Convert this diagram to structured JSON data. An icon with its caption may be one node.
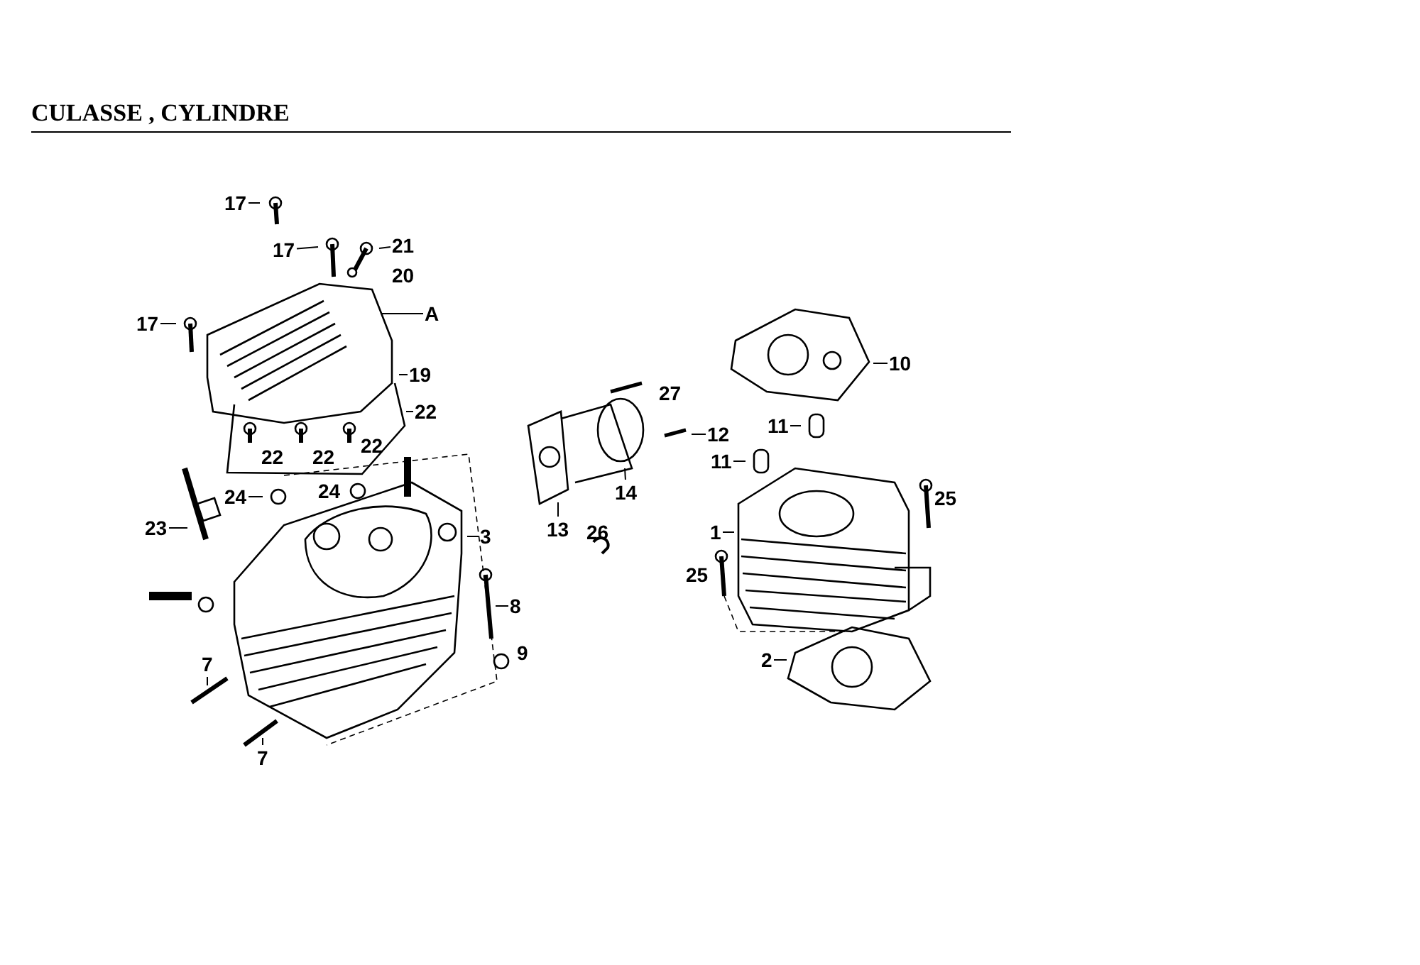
{
  "diagram": {
    "title": "CULASSE , CYLINDRE",
    "nodes": [
      {
        "text": [
          "17"
        ]
      },
      {
        "text": [
          "17"
        ]
      },
      {
        "text": [
          "21"
        ]
      },
      {
        "text": [
          "A"
        ]
      },
      {
        "text": [
          "17"
        ]
      },
      {
        "text": [
          "19"
        ]
      },
      {
        "text": [
          "22"
        ]
      },
      {
        "text": [
          "24"
        ]
      },
      {
        "text": [
          "23"
        ]
      },
      {
        "text": [
          "3"
        ]
      },
      {
        "text": [
          "8"
        ]
      },
      {
        "text": [
          "7"
        ]
      },
      {
        "text": [
          "7"
        ]
      },
      {
        "text": [
          "12"
        ]
      },
      {
        "text": [
          "14"
        ]
      },
      {
        "text": [
          "13"
        ]
      },
      {
        "text": [
          "10"
        ]
      },
      {
        "text": [
          "11"
        ]
      },
      {
        "text": [
          "11"
        ]
      },
      {
        "text": [
          "1"
        ]
      },
      {
        "text": [
          "2"
        ]
      }
    ],
    "edges": [
      {
        "from": 0,
        "to": null,
        "arrow": "none"
      },
      {
        "from": 1,
        "to": null,
        "arrow": "none"
      },
      {
        "from": 2,
        "to": null,
        "arrow": "none"
      },
      {
        "from": 3,
        "to": null,
        "arrow": "none"
      },
      {
        "from": 4,
        "to": null,
        "arrow": "none"
      },
      {
        "from": 5,
        "to": null,
        "arrow": "none"
      },
      {
        "from": 6,
        "to": null,
        "arrow": "none"
      },
      {
        "from": 7,
        "to": null,
        "arrow": "none"
      },
      {
        "from": 8,
        "to": null,
        "arrow": "none"
      },
      {
        "from": 9,
        "to": null,
        "arrow": "none"
      },
      {
        "from": 10,
        "to": null,
        "arrow": "none"
      },
      {
        "from": 11,
        "to": null,
        "arrow": "none"
      },
      {
        "from": 12,
        "to": null,
        "arrow": "none"
      },
      {
        "from": 13,
        "to": null,
        "arrow": "none"
      },
      {
        "from": 14,
        "to": null,
        "arrow": "none"
      },
      {
        "from": 15,
        "to": null,
        "arrow": "none"
      },
      {
        "from": 16,
        "to": null,
        "arrow": "none"
      },
      {
        "from": 17,
        "to": null,
        "arrow": "none"
      },
      {
        "from": 18,
        "to": null,
        "arrow": "none"
      },
      {
        "from": 19,
        "to": null,
        "arrow": "none"
      },
      {
        "from": 20,
        "to": null,
        "arrow": "none"
      }
    ],
    "labels": [
      "20",
      "27",
      "22",
      "22",
      "22",
      "24",
      "25",
      "26",
      "25",
      "9"
    ]
  }
}
